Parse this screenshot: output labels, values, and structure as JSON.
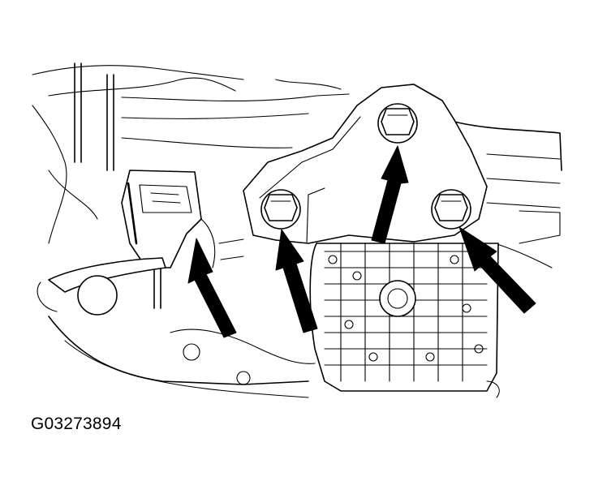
{
  "figure": {
    "identifier": "G03273894"
  },
  "colors": {
    "line": "#000000",
    "background": "#ffffff"
  },
  "callouts": [
    {
      "name": "arrow-bracket-connector"
    },
    {
      "name": "arrow-bolt-left"
    },
    {
      "name": "arrow-bolt-top"
    },
    {
      "name": "arrow-bolt-right"
    }
  ]
}
